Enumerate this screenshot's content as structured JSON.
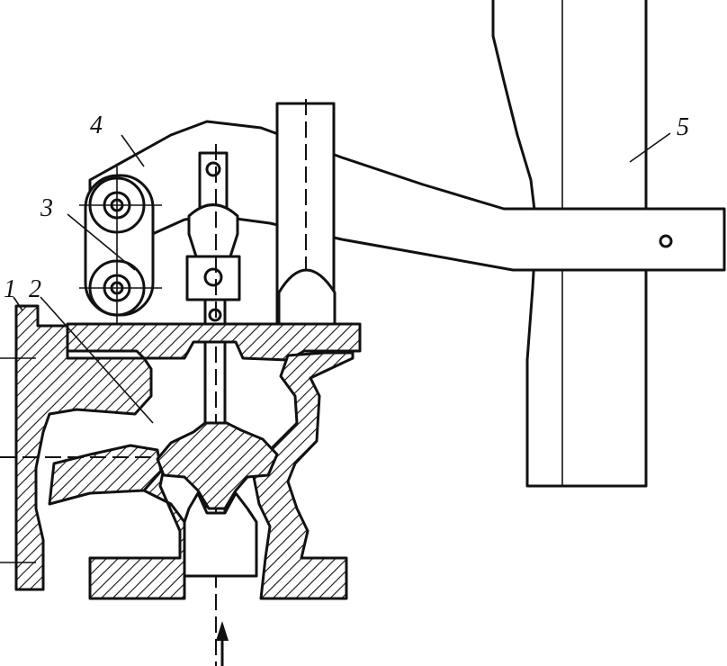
{
  "labels": {
    "part_1": "1",
    "part_2": "2",
    "part_3": "3",
    "part_4": "4",
    "part_5": "5"
  }
}
